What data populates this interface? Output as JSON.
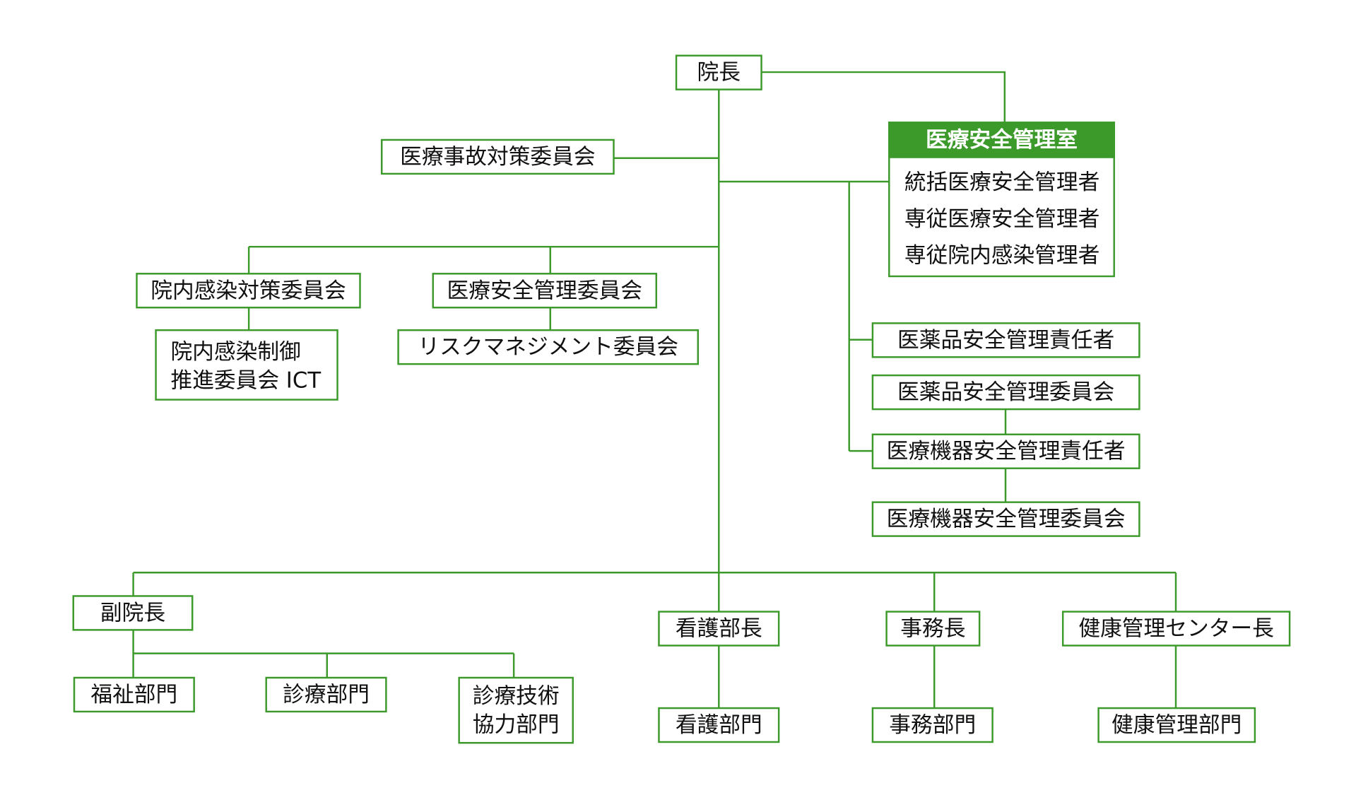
{
  "nodes": {
    "director": "院長",
    "safety_office": {
      "title": "医療安全管理室",
      "members": [
        "統括医療安全管理者",
        "専従医療安全管理者",
        "専従院内感染管理者"
      ]
    },
    "accident_committee": "医療事故対策委員会",
    "infection_committee": "院内感染対策委員会",
    "safety_committee": "医療安全管理委員会",
    "ict": [
      "院内感染制御",
      "推進委員会 ICT"
    ],
    "risk_committee": "リスクマネジメント委員会",
    "drug_manager": "医薬品安全管理責任者",
    "drug_committee": "医薬品安全管理委員会",
    "device_manager": "医療機器安全管理責任者",
    "device_committee": "医療機器安全管理委員会",
    "vice_director": "副院長",
    "welfare": "福祉部門",
    "clinical": "診療部門",
    "clinical_support": [
      "診療技術",
      "協力部門"
    ],
    "nursing_director": "看護部長",
    "nursing": "看護部門",
    "admin_director": "事務長",
    "admin": "事務部門",
    "health_center_director": "健康管理センター長",
    "health": "健康管理部門"
  },
  "colors": {
    "line": "#3c9a2b",
    "header_fill": "#3c9a2b",
    "header_text": "#ffffff",
    "text": "#111111",
    "background": "#ffffff"
  }
}
